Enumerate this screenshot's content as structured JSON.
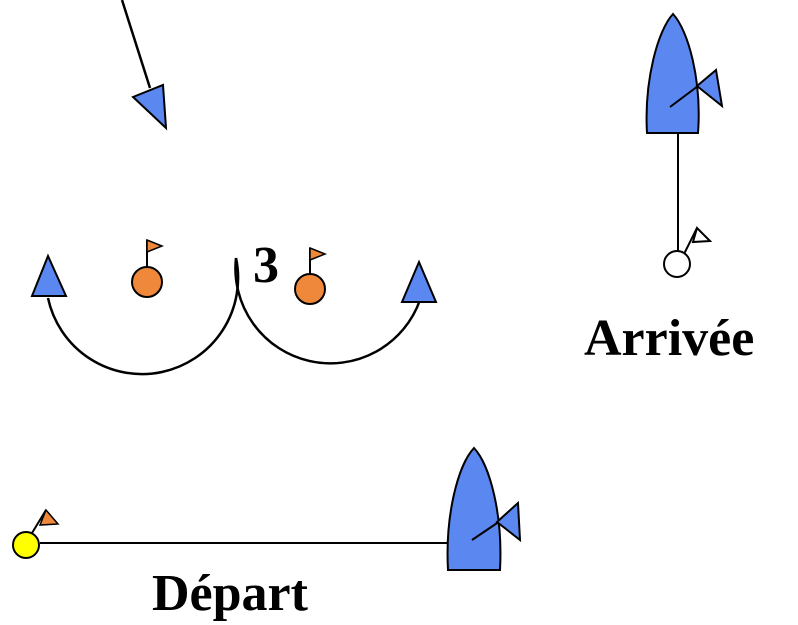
{
  "labels": {
    "gate_number": "3",
    "finish": "Arrivée",
    "start": "Départ"
  },
  "colors": {
    "blue": "#5b87f0",
    "orange": "#f0883c",
    "yellow": "#ffff00",
    "white": "#ffffff",
    "line": "#000000"
  }
}
